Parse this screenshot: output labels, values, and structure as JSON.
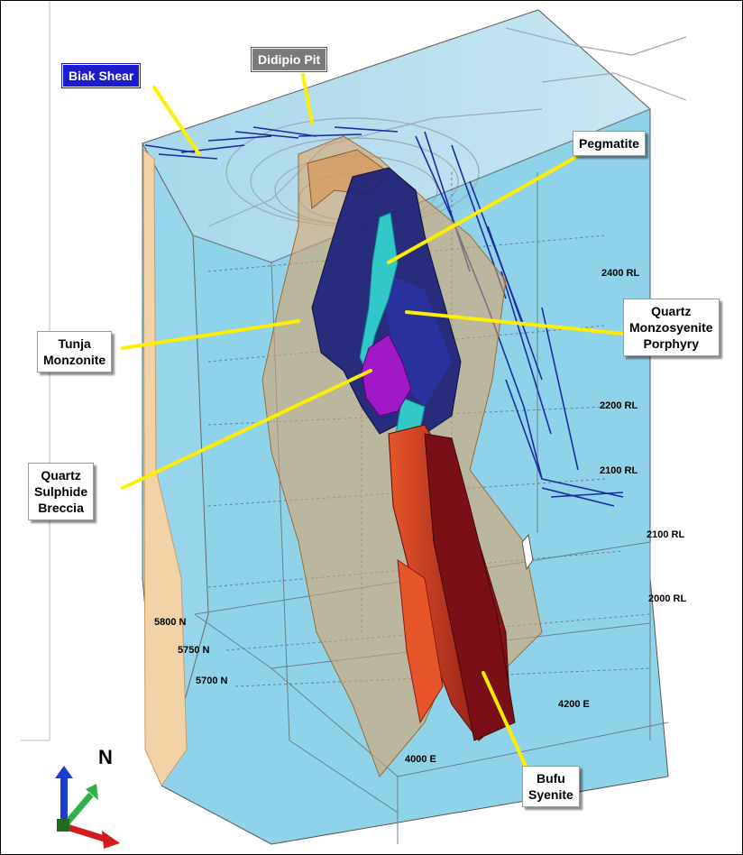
{
  "labels": {
    "biak_shear": "Biak Shear",
    "didipio_pit": "Didipio Pit",
    "pegmatite": "Pegmatite",
    "tunja_monzonite": [
      "Tunja",
      "Monzonite"
    ],
    "qmp": [
      "Quartz",
      "Monzosyenite",
      "Porphyry"
    ],
    "qsb": [
      "Quartz",
      "Sulphide",
      "Breccia"
    ],
    "bufu_syenite": [
      "Bufu",
      "Syenite"
    ]
  },
  "elevations": {
    "rl_2400": "2400 RL",
    "rl_2200": "2200 RL",
    "rl_2100_a": "2100 RL",
    "rl_2100_b": "2100 RL",
    "rl_2000": "2000 RL"
  },
  "northings": [
    "5800 N",
    "5750 N",
    "5700 N"
  ],
  "eastings": {
    "e4000": "4000 E",
    "e4200": "4200 E"
  },
  "north_arrow": "N",
  "colors": {
    "block": "#8fd3ea",
    "block_top": "#b4dff0",
    "tunja": "#e0a060",
    "qmp": "#1a1f7a",
    "qsb": "#a018c8",
    "pegmatite": "#30c8c8",
    "bufu": "#c0281a",
    "leader": "#ffee00",
    "shear": "#1a2aa0"
  }
}
